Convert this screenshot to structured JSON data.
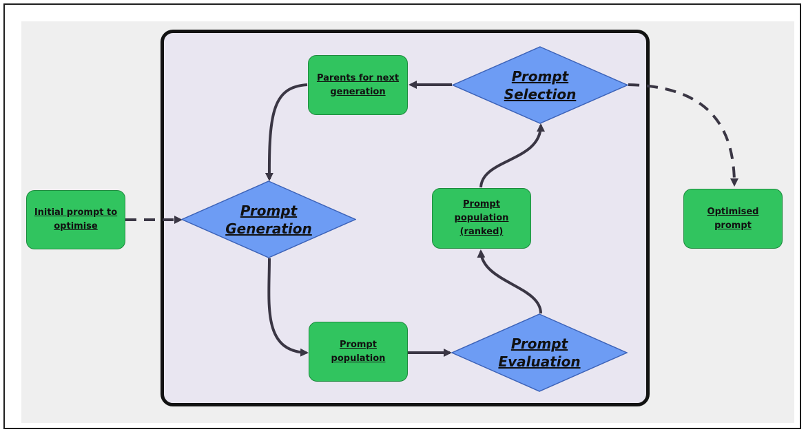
{
  "nodes": {
    "initial_prompt": "Initial prompt to\noptimise",
    "parents": "Parents for next\ngeneration",
    "prompt_population": "Prompt\npopulation",
    "prompt_population_ranked": "Prompt\npopulation\n(ranked)",
    "optimised_prompt": "Optimised\nprompt",
    "prompt_generation": "Prompt\nGeneration",
    "prompt_selection": "Prompt\nSelection",
    "prompt_evaluation": "Prompt\nEvaluation"
  },
  "colors": {
    "box_fill": "#31c45f",
    "diamond_fill": "#6d9cf4",
    "container_fill": "#e9e6f1",
    "connector": "#3a3644"
  }
}
